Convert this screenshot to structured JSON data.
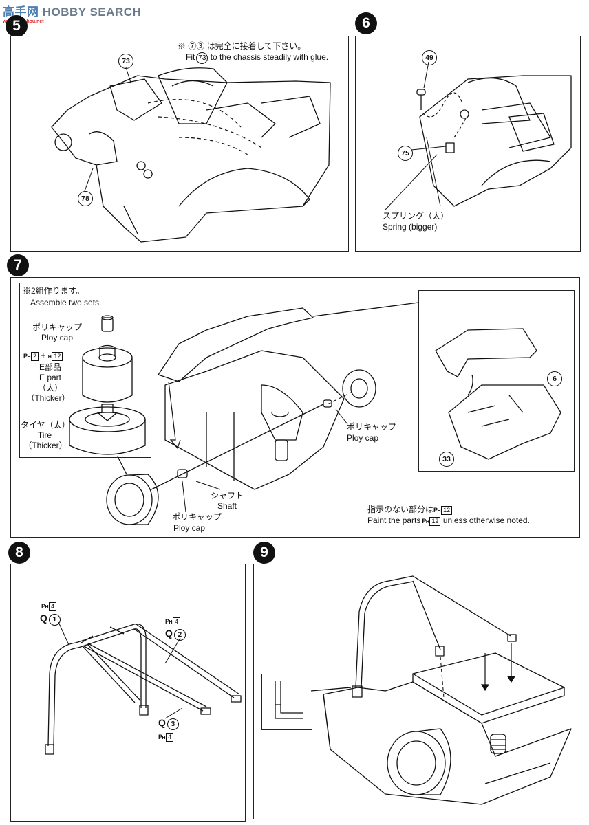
{
  "watermark": {
    "brand": "HOBBY SEARCH",
    "cn": "高手网",
    "site": "www.gaoshou.net"
  },
  "steps": {
    "s5": {
      "num": "5",
      "note_jp": "※ ⑦③ は完全に接着して下さい。",
      "note_en_pre": "Fit",
      "note_en_part": "73",
      "note_en_post": "to the chassis steadily with glue.",
      "parts": [
        "73",
        "78"
      ]
    },
    "s6": {
      "num": "6",
      "parts": [
        "49",
        "75"
      ],
      "spring_jp": "スプリング（太）",
      "spring_en": "Spring (bigger)"
    },
    "s7": {
      "num": "7",
      "inset_note_jp": "※2組作ります。",
      "inset_note_en": "Assemble two sets.",
      "polycap_jp": "ポリキャップ",
      "polycap_en": "Ploy cap",
      "paint_code": "2",
      "paint_code2": "12",
      "epart_jp": "E部品",
      "epart_en": "E part",
      "thick_jp": "（太）",
      "thick_en": "（Thicker）",
      "tire_jp": "タイヤ（太）",
      "tire_en": "Tire",
      "tire_thick_en": "（Thicker）",
      "polycap2_jp": "ポリキャップ",
      "polycap2_en": "Ploy cap",
      "shaft_jp": "シャフト",
      "shaft_en": "Shaft",
      "polycap3_jp": "ポリキャップ",
      "polycap3_en": "Ploy cap",
      "parts": [
        "6",
        "33"
      ],
      "paint_note_jp_pre": "指示のない部分は",
      "paint_note_code": "12",
      "paint_note_en_pre": "Paint the parts",
      "paint_note_en_post": "unless otherwise noted."
    },
    "s8": {
      "num": "8",
      "labels": [
        {
          "ph": "4",
          "q": "Q",
          "n": "1"
        },
        {
          "ph": "4",
          "q": "Q",
          "n": "2"
        },
        {
          "ph": "4",
          "q": "Q",
          "n": "3"
        }
      ]
    },
    "s9": {
      "num": "9"
    }
  }
}
